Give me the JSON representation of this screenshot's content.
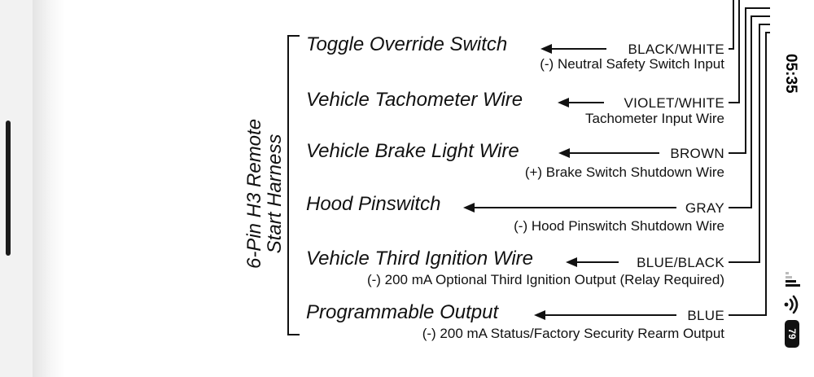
{
  "status_bar": {
    "time": "05:35",
    "battery": "79"
  },
  "harness_label": {
    "line1": "6-Pin H3 Remote",
    "line2": "Start Harness"
  },
  "wires": [
    {
      "label": "Toggle Override Switch",
      "color": "BLACK/WHITE",
      "desc": "(-) Neutral Safety Switch Input"
    },
    {
      "label": "Vehicle Tachometer Wire",
      "color": "VIOLET/WHITE",
      "desc": "Tachometer Input Wire"
    },
    {
      "label": "Vehicle Brake Light Wire",
      "color": "BROWN",
      "desc": "(+) Brake Switch Shutdown Wire"
    },
    {
      "label": "Hood Pinswitch",
      "color": "GRAY",
      "desc": "(-) Hood Pinswitch Shutdown Wire"
    },
    {
      "label": "Vehicle Third Ignition Wire",
      "color": "BLUE/BLACK",
      "desc": "(-) 200 mA Optional Third Ignition Output (Relay Required)"
    },
    {
      "label": "Programmable Output",
      "color": "BLUE",
      "desc": "(-) 200 mA Status/Factory Security Rearm Output"
    }
  ]
}
